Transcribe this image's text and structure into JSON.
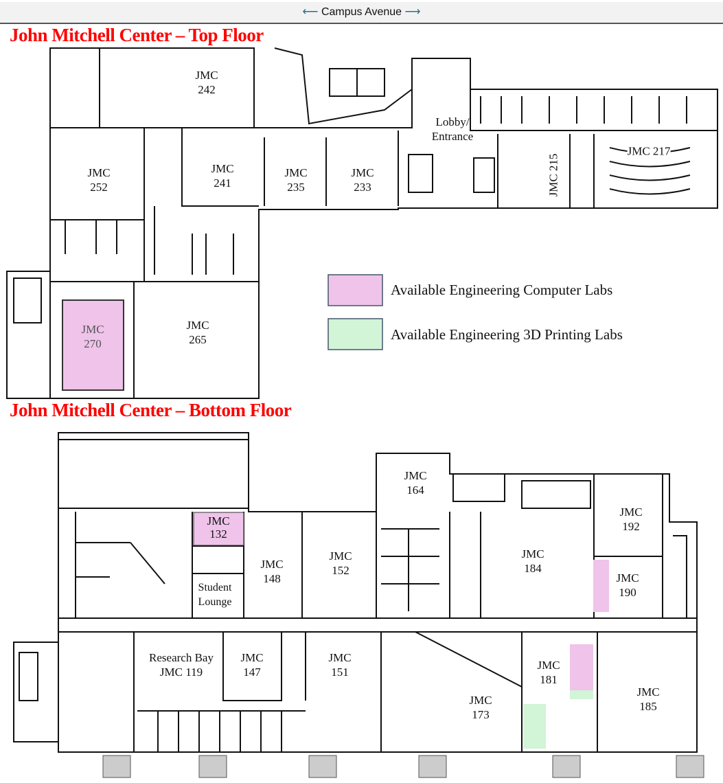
{
  "header": {
    "street": "Campus Avenue",
    "left_arrow": "⟵",
    "right_arrow": "⟶"
  },
  "top_floor": {
    "title": "John Mitchell Center – Top Floor",
    "rooms": {
      "r242": "JMC\n242",
      "r252": "JMC\n252",
      "r241": "JMC\n241",
      "r235": "JMC\n235",
      "r233": "JMC\n233",
      "lobby": "Lobby/\nEntrance",
      "r215": "JMC 215",
      "r217": "JMC 217",
      "r270": "JMC\n270",
      "r265": "JMC\n265"
    }
  },
  "legend": {
    "computer": {
      "label": "Available Engineering Computer Labs",
      "color": "#efc3ea"
    },
    "printing": {
      "label": "Available Engineering 3D Printing Labs",
      "color": "#d2f4d7"
    }
  },
  "bottom_floor": {
    "title": "John Mitchell Center – Bottom Floor",
    "rooms": {
      "r164": "JMC\n164",
      "r132": "JMC\n132",
      "r192": "JMC\n192",
      "r152": "JMC\n152",
      "r148": "JMC\n148",
      "lounge": "Student\nLounge",
      "r184": "JMC\n184",
      "r190": "JMC\n190",
      "r119": "Research Bay\nJMC 119",
      "r147": "JMC\n147",
      "r151": "JMC\n151",
      "r181": "JMC\n181",
      "r173": "JMC\n173",
      "r185": "JMC\n185"
    }
  }
}
